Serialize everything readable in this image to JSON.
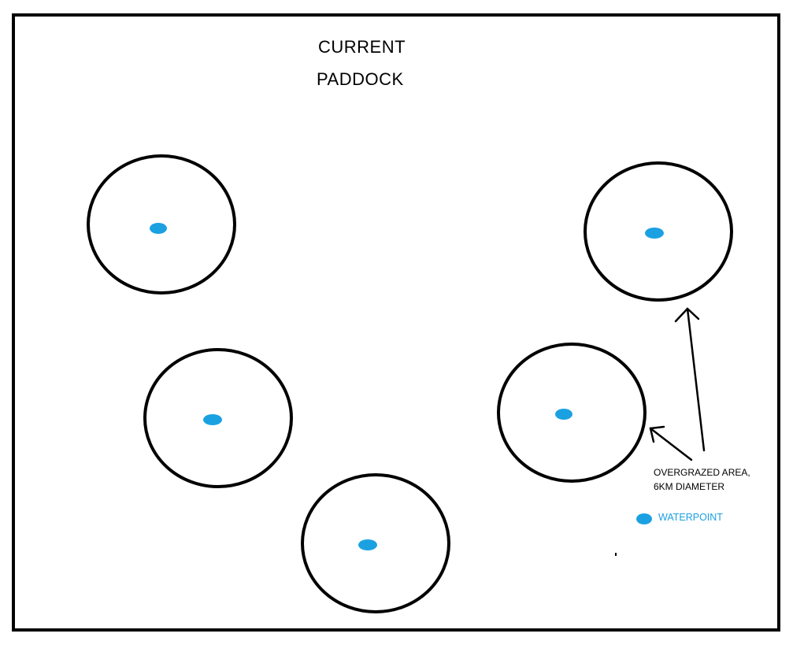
{
  "title": {
    "line1": "CURRENT",
    "line2": "PADDOCK"
  },
  "annotation": {
    "line1": "OVERGRAZED AREA,",
    "line2": "6KM DIAMETER"
  },
  "legend": {
    "waterpoint_label": "WATERPOINT"
  },
  "colors": {
    "outline": "#000000",
    "waterpoint": "#1ba1e2",
    "background": "#ffffff"
  },
  "icons": {
    "waterpoint": "blue-ellipse",
    "overgrazed_area": "circle-outline",
    "pointer": "arrow"
  }
}
